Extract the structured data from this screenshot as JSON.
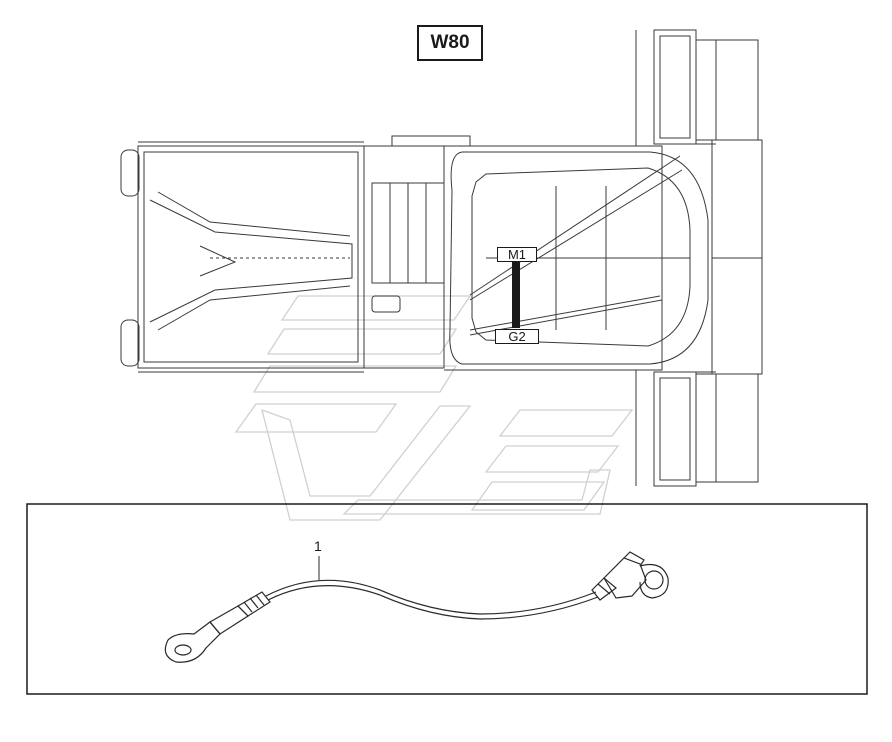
{
  "diagram_title": "W80",
  "connectors": {
    "top": "M1",
    "bottom": "G2"
  },
  "parts": [
    {
      "callout": "1"
    }
  ],
  "colors": {
    "line": "#3a3a3a",
    "watermark": "#d6d6d6",
    "ink": "#1a1a1a"
  }
}
